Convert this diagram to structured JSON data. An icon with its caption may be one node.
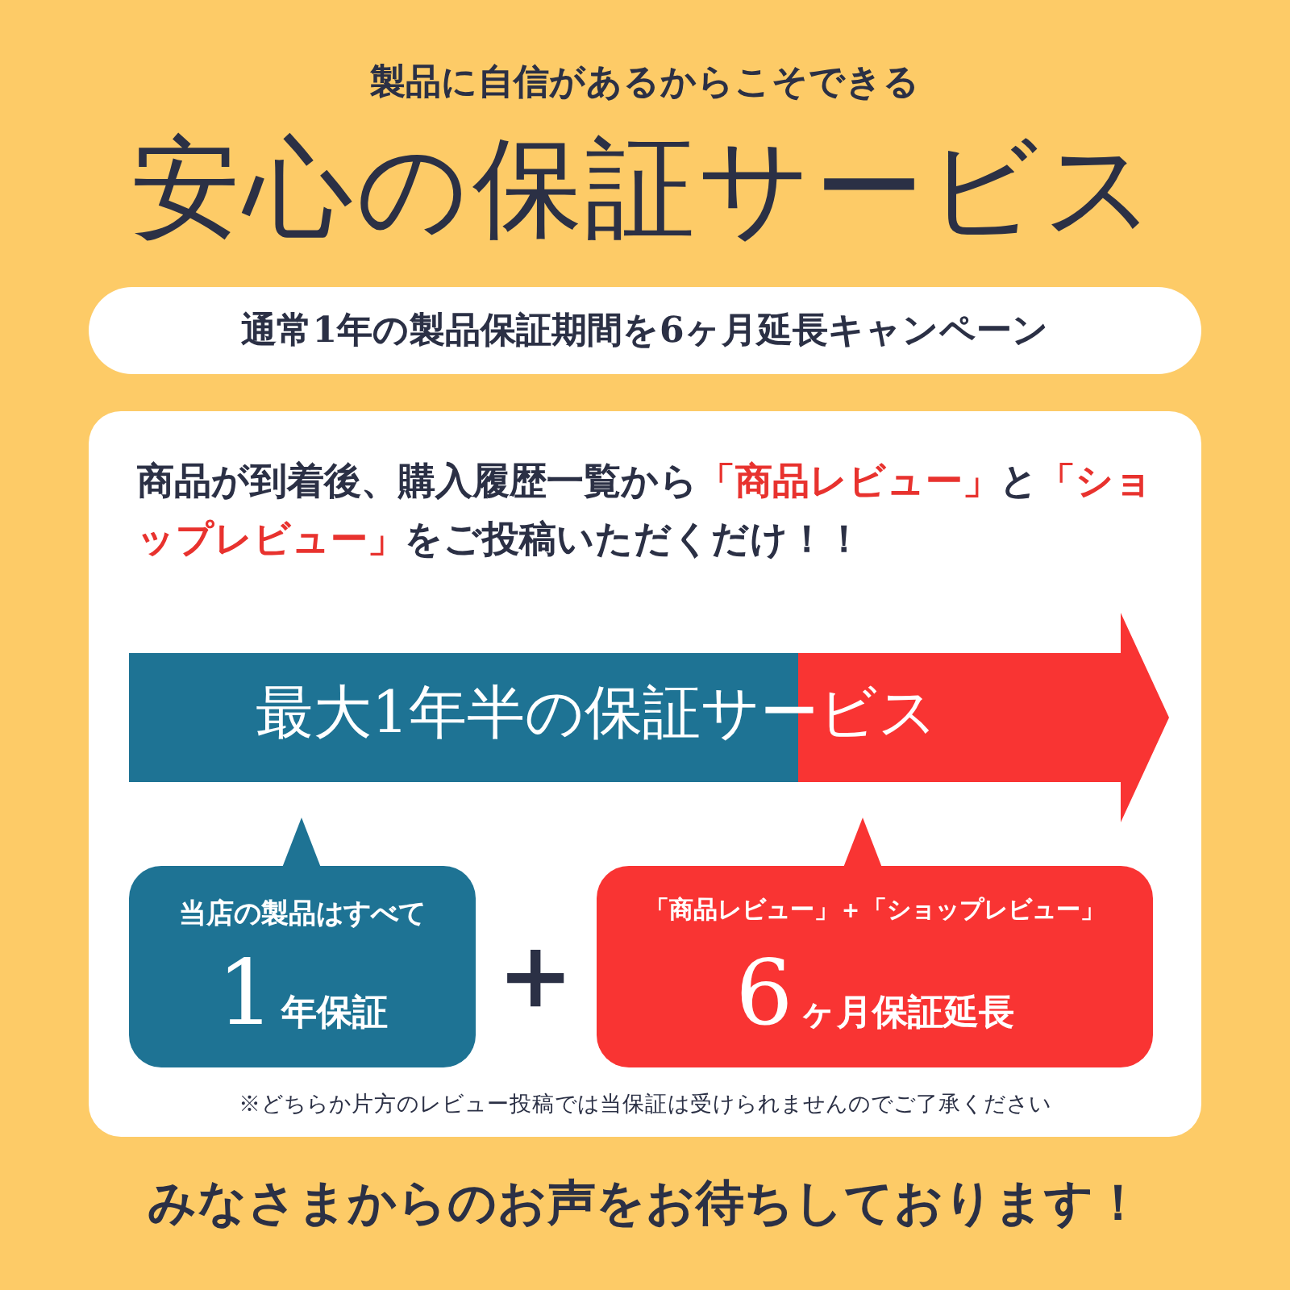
{
  "diagram": {
    "title": "安心の保証サービス",
    "nodes": [
      {
        "text": [
          "通常1年の製品保証期間を6ヶ月延長キャンペーン"
        ]
      },
      {
        "text": [
          "商品が到着後、購入履歴一覧から**「商品レビュー」**と**「ショップレビュー」**をご投稿いただくだけ！！",
          "※どちらか片方のレビュー投稿では当保証は受けられませんのでご了承ください"
        ]
      },
      {
        "text": [
          "最大1年半の保証サービス"
        ],
        "in": 1
      },
      {
        "text": [
          "当店の製品はすべて",
          "**1**年保証"
        ],
        "in": 1
      },
      {
        "text": [
          "「商品レビュー」＋「ショップレビュー」",
          "**6**ヶ月保証延長"
        ],
        "in": 1
      }
    ],
    "labels": [
      "製品に自信があるからこそできる",
      "＋"
    ],
    "caption": "みなさまからのお声をお待ちしております！"
  }
}
